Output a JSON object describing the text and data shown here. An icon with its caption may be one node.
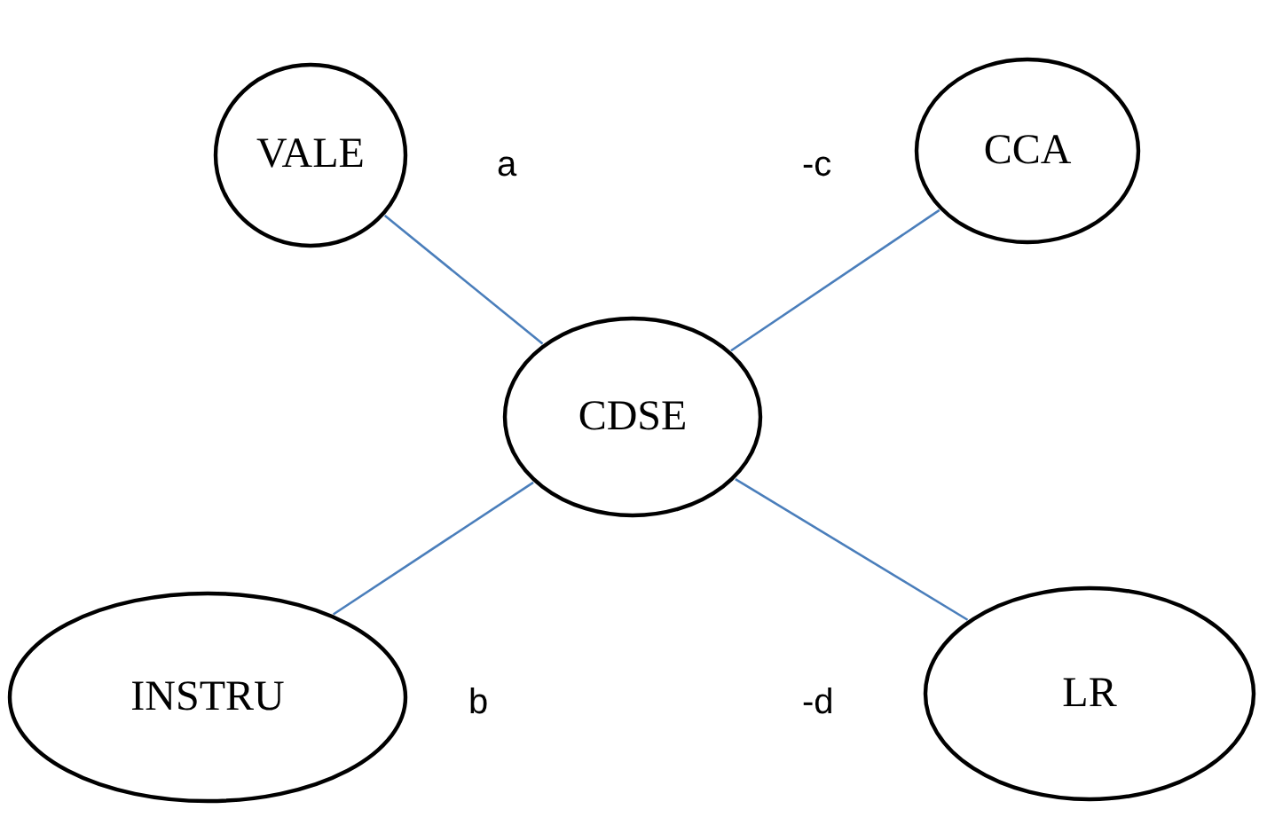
{
  "diagram": {
    "nodes": [
      {
        "text": [
          "VALE"
        ]
      },
      {
        "text": [
          "CCA"
        ]
      },
      {
        "text": [
          "CDSE"
        ]
      },
      {
        "text": [
          "INSTRU"
        ]
      },
      {
        "text": [
          "LR"
        ]
      }
    ],
    "edges": [
      {
        "from": 0,
        "to": 2,
        "arrow": "none",
        "label": "a"
      },
      {
        "from": 2,
        "to": 1,
        "arrow": "none",
        "label": "-c"
      },
      {
        "from": 3,
        "to": 2,
        "arrow": "none",
        "label": "b"
      },
      {
        "from": 2,
        "to": 4,
        "arrow": "none",
        "label": "-d"
      }
    ]
  }
}
